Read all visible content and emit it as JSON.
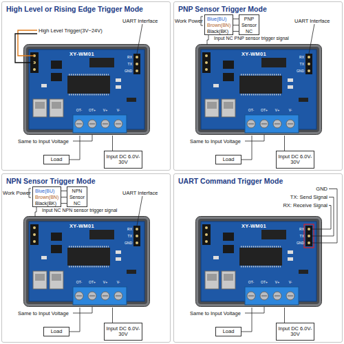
{
  "diagram": {
    "nodes": [
      {
        "text": [
          "High Level or Rising Edge Trigger Mode"
        ]
      },
      {
        "text": [
          "XY-WM01"
        ],
        "in": 0
      },
      {
        "text": [
          "Load"
        ],
        "in": 0
      },
      {
        "text": [
          "Input DC 6.0V-30V"
        ],
        "in": 0
      },
      {
        "text": [
          "PNP Sensor Trigger Mode"
        ]
      },
      {
        "text": [
          "Blue(BU)",
          "Brown(BN)",
          "Black(BK)"
        ],
        "in": 4
      },
      {
        "text": [
          "PNP Sensor NC"
        ],
        "in": 4
      },
      {
        "text": [
          "XY-WM01"
        ],
        "in": 4
      },
      {
        "text": [
          "Load"
        ],
        "in": 4
      },
      {
        "text": [
          "Input DC 6.0V-30V"
        ],
        "in": 4
      },
      {
        "text": [
          "NPN Sensor Trigger Mode"
        ]
      },
      {
        "text": [
          "Blue(BU)",
          "Brown(BN)",
          "Black(BK)"
        ],
        "in": 10
      },
      {
        "text": [
          "NPN Sensor NC"
        ],
        "in": 10
      },
      {
        "text": [
          "XY-WM01"
        ],
        "in": 10
      },
      {
        "text": [
          "Load"
        ],
        "in": 10
      },
      {
        "text": [
          "Input DC 6.0V-30V"
        ],
        "in": 10
      },
      {
        "text": [
          "UART Command Trigger Mode"
        ]
      },
      {
        "text": [
          "XY-WM01"
        ],
        "in": 16
      },
      {
        "text": [
          "Load"
        ],
        "in": 16
      },
      {
        "text": [
          "Input DC 6.0V-30V"
        ],
        "in": 16
      }
    ],
    "edges": [
      {
        "from": 2,
        "to": 1,
        "arrow": "none"
      },
      {
        "from": 3,
        "to": 1,
        "arrow": "none"
      },
      {
        "from": 5,
        "to": 6,
        "arrow": "none"
      },
      {
        "from": 5,
        "to": 7,
        "label": "Input NC PNP sensor trigger signal",
        "arrow": "none"
      },
      {
        "from": 8,
        "to": 7,
        "arrow": "none"
      },
      {
        "from": 9,
        "to": 7,
        "arrow": "none"
      },
      {
        "from": 11,
        "to": 12,
        "arrow": "none"
      },
      {
        "from": 11,
        "to": 13,
        "label": "Input NC NPN sensor trigger signal",
        "arrow": "none"
      },
      {
        "from": 14,
        "to": 13,
        "arrow": "none"
      },
      {
        "from": 15,
        "to": 13,
        "arrow": "none"
      },
      {
        "from": 18,
        "to": 17,
        "arrow": "none"
      },
      {
        "from": 19,
        "to": 17,
        "arrow": "none"
      }
    ],
    "labels": [
      "High Level Trigger(3V~24V)",
      "UART Interface",
      "RX",
      "TX",
      "GND",
      "OT-",
      "OT+",
      "V+",
      "V-",
      "Same to Input Voltage",
      "Work Power",
      "UART Interface",
      "RX",
      "TX",
      "GND",
      "OT-",
      "OT+",
      "V+",
      "V-",
      "Same to Input Voltage",
      "Work Power",
      "UART Interface",
      "RX",
      "TX",
      "GND",
      "OT-",
      "OT+",
      "V+",
      "V-",
      "Same to Input Voltage",
      "GND",
      "TX: Send Signal",
      "RX: Receive Signal",
      "RX",
      "TX",
      "GND",
      "OT-",
      "OT+",
      "V+",
      "V-",
      "Same to Input Voltage"
    ]
  }
}
